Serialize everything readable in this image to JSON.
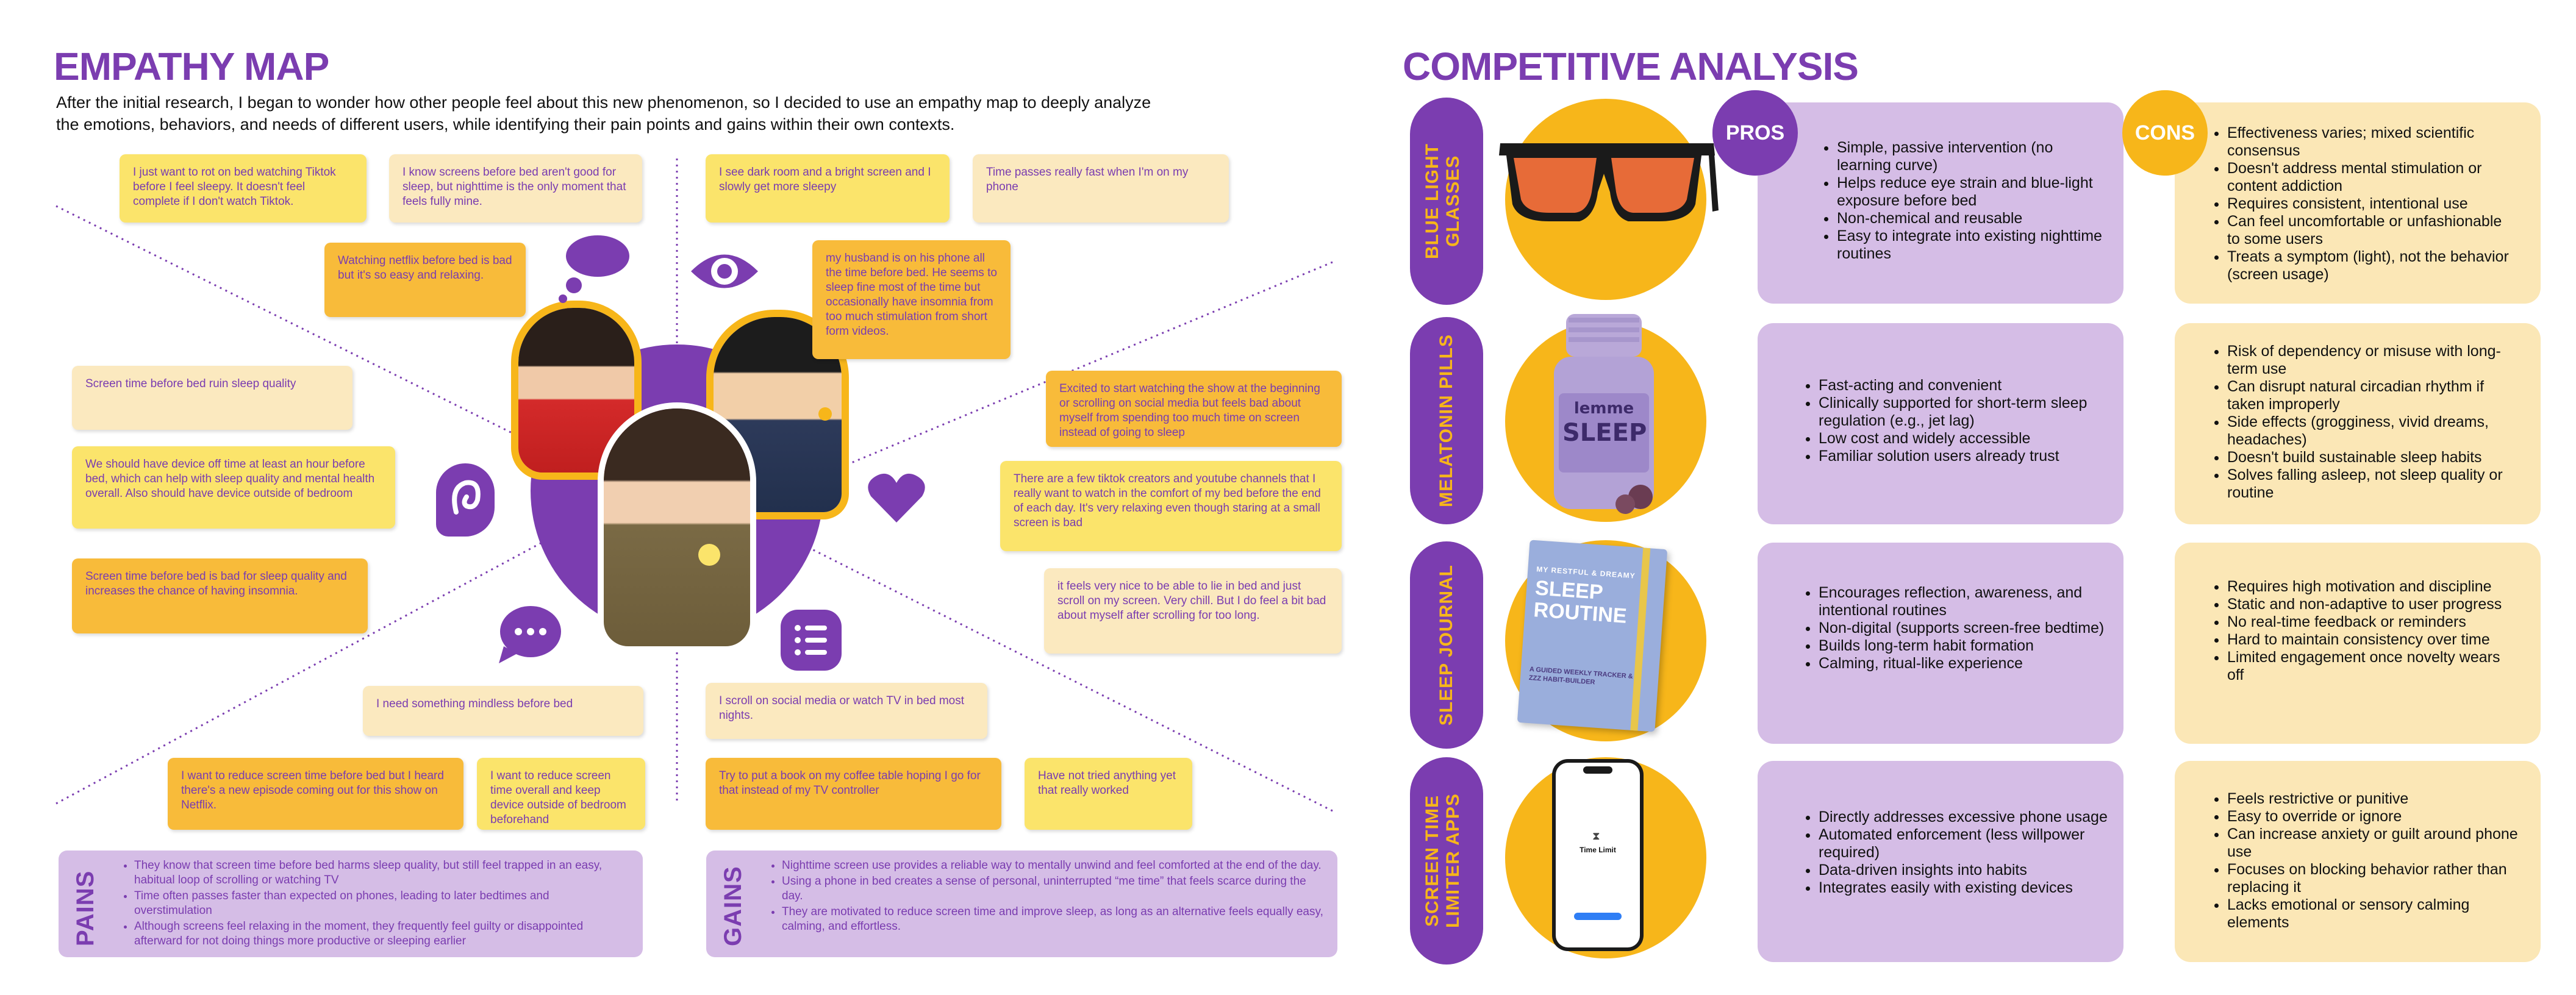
{
  "empathy": {
    "title": "EMPATHY MAP",
    "intro_line1": "After the initial research, I began to wonder how other people feel about this new phenomenon, so I decided to use an empathy map to deeply analyze",
    "intro_line2": "the emotions, behaviors, and needs of different users, while identifying their pain points and gains within their own contexts.",
    "notes": [
      "I just want to rot on bed watching Tiktok before I feel sleepy. It doesn't feel complete if I don't watch Tiktok.",
      "I know screens before bed aren't good for sleep, but nighttime is the only moment that feels fully mine.",
      "Watching netflix before bed is bad but it's so easy and relaxing.",
      "I see dark room and a bright screen and I slowly get more sleepy",
      "Time passes really fast when I'm on my phone",
      "my husband is on his phone all the time before bed. He seems to sleep fine most of the time but occasionally have insomnia from too much stimulation from short form videos.",
      "Screen time before bed ruin sleep quality",
      "We should have device off time at least an hour before bed, which can help with sleep quality and mental health overall. Also should have device outside of bedroom",
      "Screen time before bed is bad for sleep quality and increases the chance of having insomnia.",
      "Excited to start watching the show at the beginning or scrolling on social media but feels bad about myself from spending too much time on screen instead of going to sleep",
      "There are a few tiktok creators and youtube channels that I really want to watch in the comfort of my bed before the end of each day. It's very relaxing even though staring at a small screen is bad",
      "it feels very nice to be able to lie in bed and just scroll on my screen. Very chill. But I do feel a bit bad about myself after scrolling for too long.",
      "I need something mindless before bed",
      "I scroll on social media or watch TV in bed most nights.",
      "I want to reduce screen time before bed but I heard there's a new episode coming out for this show on Netflix.",
      "I want to reduce screen time overall and keep device outside of bedroom beforehand",
      "Try to put a book on my coffee table hoping I go for that instead of my TV controller",
      "Have not tried anything yet that really worked"
    ],
    "pains": {
      "label": "PAINS",
      "items": [
        "They know that screen time before bed harms sleep quality, but still feel trapped in an easy, habitual loop of scrolling or watching TV",
        "Time often passes faster than expected on phones, leading to later bedtimes and overstimulation",
        "Although screens feel relaxing in the moment, they frequently feel guilty or disappointed afterward for not doing things more productive or sleeping earlier"
      ]
    },
    "gains": {
      "label": "GAINS",
      "items": [
        "Nighttime screen use provides a reliable way to mentally unwind and feel comforted at the end of the day.",
        "Using a phone in bed creates a sense of personal, uninterrupted “me time” that feels scarce during the day.",
        "They are motivated to reduce screen time and improve sleep, as long as an alternative feels equally easy, calming, and effortless."
      ]
    },
    "icons": [
      "thought-bubble-icon",
      "eye-icon",
      "ear-icon",
      "heart-icon",
      "speech-bubble-icon",
      "list-icon"
    ]
  },
  "competitive": {
    "title": "COMPETITIVE ANALYSIS",
    "pros_label": "PROS",
    "cons_label": "CONS",
    "rows": [
      {
        "category": "BLUE LIGHT GLASSES",
        "pros": [
          "Simple, passive intervention (no learning curve)",
          "Helps reduce eye strain and blue-light exposure before bed",
          "Non-chemical and reusable",
          "Easy to integrate into existing nighttime routines"
        ],
        "cons": [
          "Effectiveness varies; mixed scientific consensus",
          "Doesn't address mental stimulation or content addiction",
          "Requires consistent, intentional use",
          "Can feel uncomfortable or unfashionable to some users",
          "Treats a symptom (light), not the behavior (screen usage)"
        ]
      },
      {
        "category": "MELATONIN PILLS",
        "pros": [
          "Fast-acting and convenient",
          "Clinically supported for short-term sleep regulation (e.g., jet lag)",
          "Low cost and widely accessible",
          "Familiar solution users already trust"
        ],
        "cons": [
          "Risk of dependency or misuse with long-term use",
          "Can disrupt natural circadian rhythm if taken improperly",
          "Side effects (grogginess, vivid dreams, headaches)",
          "Doesn't build sustainable sleep habits",
          "Solves falling asleep, not sleep quality or routine"
        ]
      },
      {
        "category": "SLEEP JOURNAL",
        "pros": [
          "Encourages reflection, awareness, and intentional routines",
          "Non-digital (supports screen-free bedtime)",
          "Builds long-term habit formation",
          "Calming, ritual-like experience"
        ],
        "cons": [
          "Requires high motivation and discipline",
          "Static and non-adaptive to user progress",
          "No real-time feedback or reminders",
          "Hard to maintain consistency over time",
          "Limited engagement once novelty wears off"
        ]
      },
      {
        "category": "SCREEN TIME LIMITER APPS",
        "pros": [
          "Directly addresses excessive phone usage",
          "Automated enforcement (less willpower required)",
          "Data-driven insights into habits",
          "Integrates easily with existing devices"
        ],
        "cons": [
          "Feels restrictive or punitive",
          "Easy to override or ignore",
          "Can increase anxiety or guilt around phone use",
          "Focuses on blocking behavior rather than replacing it",
          "Lacks emotional or sensory calming elements"
        ]
      }
    ],
    "product_text": {
      "pill_brand": "lemme",
      "pill_name": "SLEEP",
      "journal_top": "MY RESTFUL & DREAMY",
      "journal_title": "SLEEP ROUTINE",
      "journal_sub": "A GUIDED WEEKLY TRACKER & ZZZ HABIT-BUILDER",
      "phone_title": "Time Limit"
    }
  },
  "colors": {
    "purple": "#7b3db0",
    "gold": "#f7b61a",
    "lavender": "#d5bde6",
    "cream": "#fbe7b6"
  }
}
